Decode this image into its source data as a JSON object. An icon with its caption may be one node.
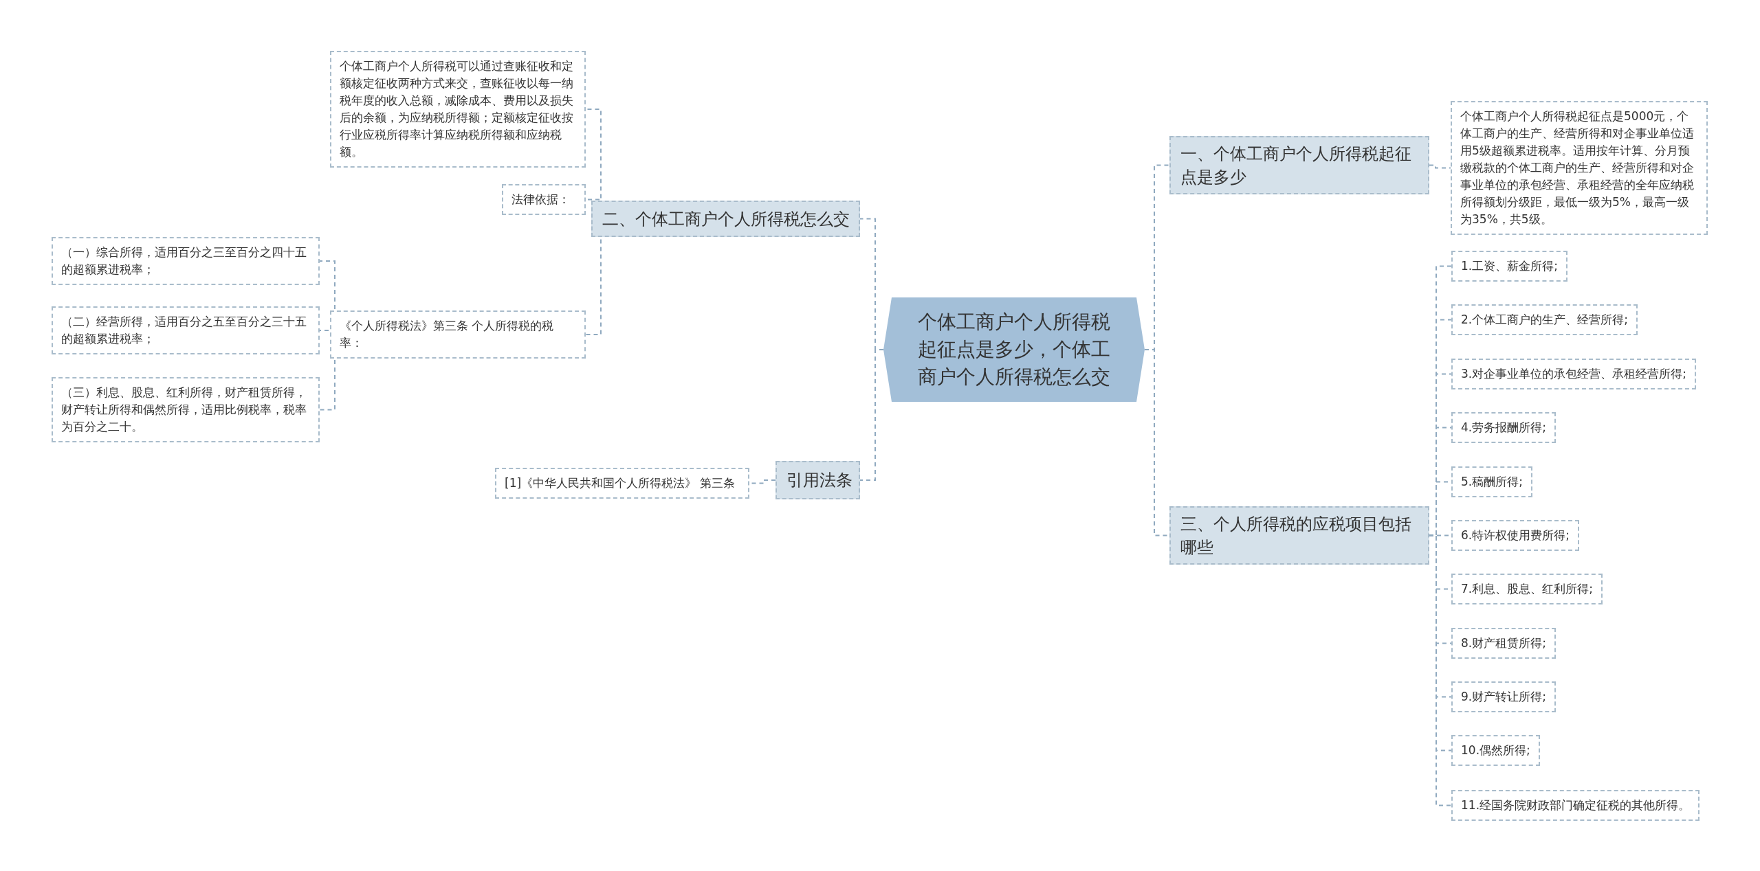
{
  "diagram": {
    "nodes": [
      {
        "text": [
          "个体工商户个人所得税起征点是多少，个体工商户个人所得税怎么交"
        ]
      },
      {
        "text": [
          "二、个体工商户个人所得税怎么交"
        ]
      },
      {
        "text": [
          "个体工商户个人所得税可以通过查账征收和定额核定征收两种方式来交，查账征收以每一纳税年度的收入总额，减除成本、费用以及损失后的余额，为应纳税所得额；定额核定征收按行业应税所得率计算应纳税所得额和应纳税额。"
        ]
      },
      {
        "text": [
          "法律依据："
        ]
      },
      {
        "text": [
          "《个人所得税法》第三条 个人所得税的税率："
        ]
      },
      {
        "text": [
          "（一）综合所得，适用百分之三至百分之四十五的超额累进税率；"
        ]
      },
      {
        "text": [
          "（二）经营所得，适用百分之五至百分之三十五的超额累进税率；"
        ]
      },
      {
        "text": [
          "（三）利息、股息、红利所得，财产租赁所得，财产转让所得和偶然所得，适用比例税率，税率为百分之二十。"
        ]
      },
      {
        "text": [
          "引用法条"
        ]
      },
      {
        "text": [
          "[1]《中华人民共和国个人所得税法》 第三条"
        ]
      },
      {
        "text": [
          "一、个体工商户个人所得税起征点是多少"
        ]
      },
      {
        "text": [
          "个体工商户个人所得税起征点是5000元，个体工商户的生产、经营所得和对企事业单位适用5级超额累进税率。适用按年计算、分月预缴税款的个体工商户的生产、经营所得和对企事业单位的承包经营、承租经营的全年应纳税所得额划分级距，最低一级为5%，最高一级为35%，共5级。"
        ]
      },
      {
        "text": [
          "三、个人所得税的应税项目包括哪些"
        ]
      },
      {
        "text": [
          "1.工资、薪金所得;"
        ]
      },
      {
        "text": [
          "2.个体工商户的生产、经营所得;"
        ]
      },
      {
        "text": [
          "3.对企事业单位的承包经营、承租经营所得;"
        ]
      },
      {
        "text": [
          "4.劳务报酬所得;"
        ]
      },
      {
        "text": [
          "5.稿酬所得;"
        ]
      },
      {
        "text": [
          "6.特许权使用费所得;"
        ]
      },
      {
        "text": [
          "7.利息、股息、红利所得;"
        ]
      },
      {
        "text": [
          "8.财产租赁所得;"
        ]
      },
      {
        "text": [
          "9.财产转让所得;"
        ]
      },
      {
        "text": [
          "10.偶然所得;"
        ]
      },
      {
        "text": [
          "11.经国务院财政部门确定征税的其他所得。"
        ]
      }
    ],
    "edges": [
      {
        "from": 0,
        "to": 1,
        "arrow": "none"
      },
      {
        "from": 0,
        "to": 8,
        "arrow": "none"
      },
      {
        "from": 0,
        "to": 10,
        "arrow": "none"
      },
      {
        "from": 0,
        "to": 12,
        "arrow": "none"
      },
      {
        "from": 1,
        "to": 2,
        "arrow": "none"
      },
      {
        "from": 1,
        "to": 3,
        "arrow": "none"
      },
      {
        "from": 1,
        "to": 4,
        "arrow": "none"
      },
      {
        "from": 4,
        "to": 5,
        "arrow": "none"
      },
      {
        "from": 4,
        "to": 6,
        "arrow": "none"
      },
      {
        "from": 4,
        "to": 7,
        "arrow": "none"
      },
      {
        "from": 8,
        "to": 9,
        "arrow": "none"
      },
      {
        "from": 10,
        "to": 11,
        "arrow": "none"
      },
      {
        "from": 12,
        "to": 13,
        "arrow": "none"
      },
      {
        "from": 12,
        "to": 14,
        "arrow": "none"
      },
      {
        "from": 12,
        "to": 15,
        "arrow": "none"
      },
      {
        "from": 12,
        "to": 16,
        "arrow": "none"
      },
      {
        "from": 12,
        "to": 17,
        "arrow": "none"
      },
      {
        "from": 12,
        "to": 18,
        "arrow": "none"
      },
      {
        "from": 12,
        "to": 19,
        "arrow": "none"
      },
      {
        "from": 12,
        "to": 20,
        "arrow": "none"
      },
      {
        "from": 12,
        "to": 21,
        "arrow": "none"
      },
      {
        "from": 12,
        "to": 22,
        "arrow": "none"
      },
      {
        "from": 12,
        "to": 23,
        "arrow": "none"
      }
    ]
  }
}
